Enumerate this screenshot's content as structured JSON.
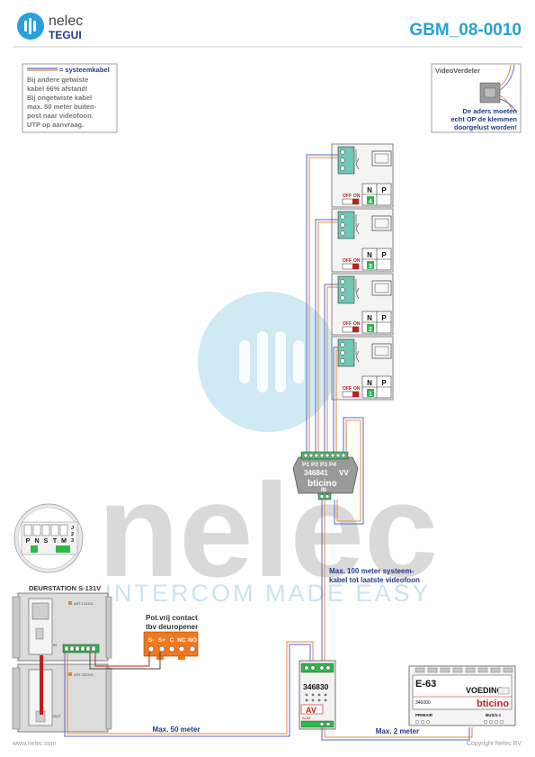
{
  "header": {
    "brand_top": "nelec",
    "brand_bottom": "TEGUI",
    "doc_code": "GBM_08-0010"
  },
  "legend_note": {
    "title": "= systeemkabel",
    "lines": [
      "Bij andere getwiste",
      "kabel 66% afstand!",
      "Bij ongetwiste kabel",
      "max. 50 meter buiten-",
      "post naar videofoon.",
      "UTP op aanvraag."
    ]
  },
  "distributor_note": {
    "title": "VideoVerdeler",
    "lines": [
      "De aders moeten",
      "echt OP de klemmen",
      "doorgelust worden!"
    ]
  },
  "watermark": {
    "word": "nelec",
    "tagline": "INTERCOM MADE EASY"
  },
  "units": [
    {
      "number": "4",
      "off": "OFF",
      "on": "ON",
      "n": "N",
      "p": "P"
    },
    {
      "number": "3",
      "off": "OFF",
      "on": "ON",
      "n": "N",
      "p": "P"
    },
    {
      "number": "2",
      "off": "OFF",
      "on": "ON",
      "n": "N",
      "p": "P"
    },
    {
      "number": "1",
      "off": "OFF",
      "on": "ON",
      "n": "N",
      "p": "P"
    }
  ],
  "splitter": {
    "model": "346841",
    "ports": [
      "P1",
      "P2",
      "P3",
      "P4"
    ],
    "vv": "VV",
    "in": "IN",
    "brand": "bticino"
  },
  "max100_note": {
    "lines": [
      "Max. 100 meter systeem-",
      "kabel tot laatste videofoon"
    ]
  },
  "keypad_terminals": [
    "P",
    "N",
    "S",
    "T",
    "M"
  ],
  "keypad_side": [
    "J",
    "2",
    "3"
  ],
  "door_station": {
    "title": "DEURSTATION S-131V",
    "part1": "ART.131301",
    "part2": "ART.332301",
    "in_label": "IN",
    "out_label": "OUT"
  },
  "relay": {
    "caption_lines": [
      "Pot.vrij contact",
      "tbv deuropener"
    ],
    "labels": [
      "S-",
      "S+",
      "C",
      "NC",
      "NO"
    ]
  },
  "interface": {
    "model": "346830",
    "av": "AV",
    "av_sub": "ALIM"
  },
  "psu": {
    "code": "E-63",
    "name": "VOEDING",
    "model": "346000",
    "brand": "bticino",
    "primair": "PRIMAIR",
    "bus": "BUS/1-1"
  },
  "distances": {
    "max50": "Max. 50 meter",
    "max2": "Max. 2 meter"
  },
  "footer": {
    "website": "www.nelec.com",
    "copyright": "Copyright Nelec BV"
  },
  "colors": {
    "accent": "#2aa0d8",
    "navy": "#223a8a",
    "cable_orange": "#e08a3a",
    "cable_blue": "#5a66c8",
    "cable_red": "#c0201a",
    "green": "#2db84a",
    "relay_orange": "#f07820"
  }
}
